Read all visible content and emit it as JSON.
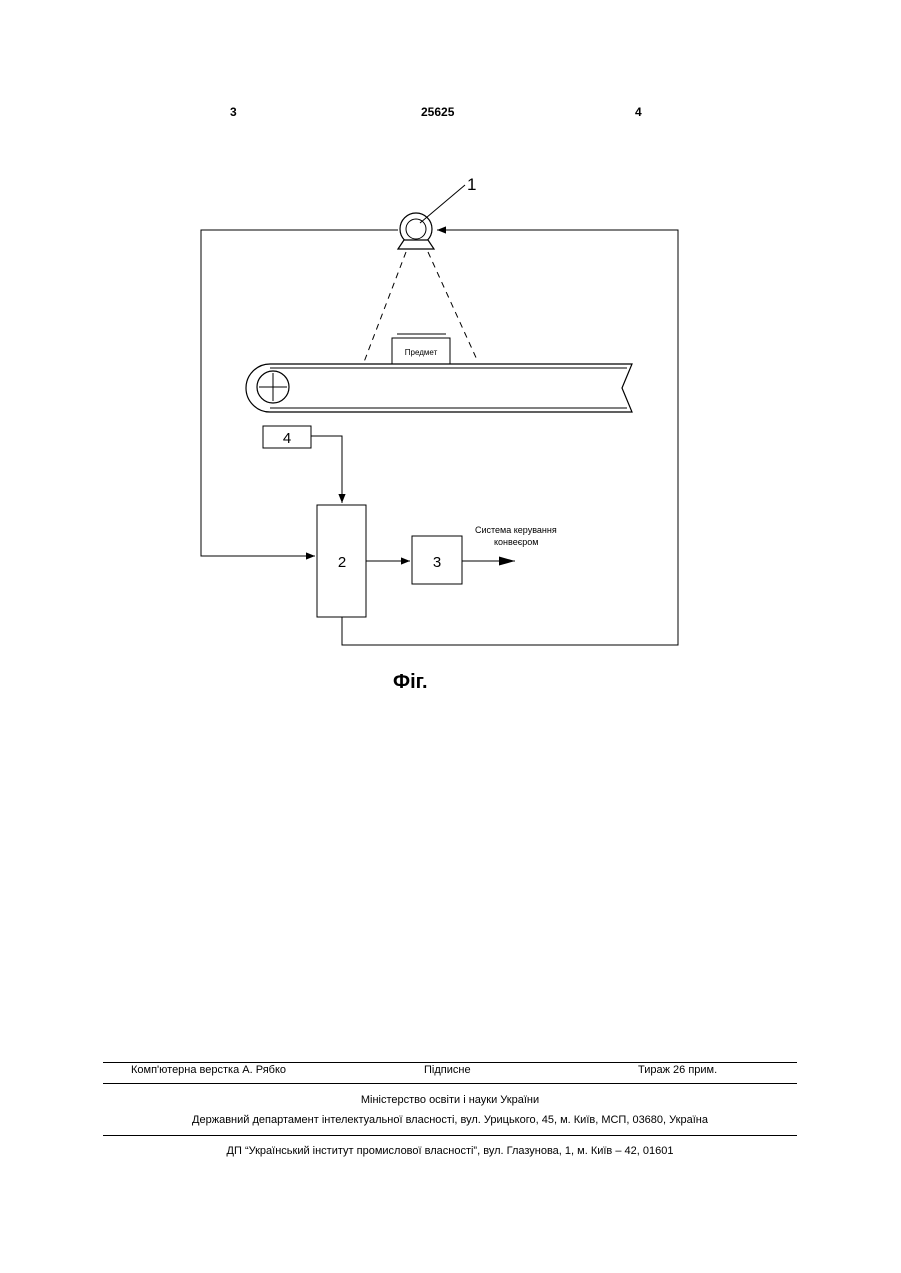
{
  "header": {
    "left_page": "3",
    "patent_number": "25625",
    "right_page": "4"
  },
  "figure": {
    "callout": "1",
    "object_label": "Предмет",
    "block_2": "2",
    "block_3": "3",
    "block_4": "4",
    "output_line1": "Система керування",
    "output_line2": "конвеєром",
    "caption": "Фіг."
  },
  "footer": {
    "typesetting": "Комп'ютерна верстка А. Рябко",
    "signed": "Підписне",
    "circulation": "Тираж 26 прим.",
    "ministry": "Міністерство освіти і науки України",
    "department": "Державний департамент інтелектуальної власності, вул. Урицького, 45, м. Київ, МСП, 03680, Україна",
    "institute": "ДП “Український інститут промислової власності”, вул. Глазунова, 1, м. Київ – 42, 01601"
  }
}
